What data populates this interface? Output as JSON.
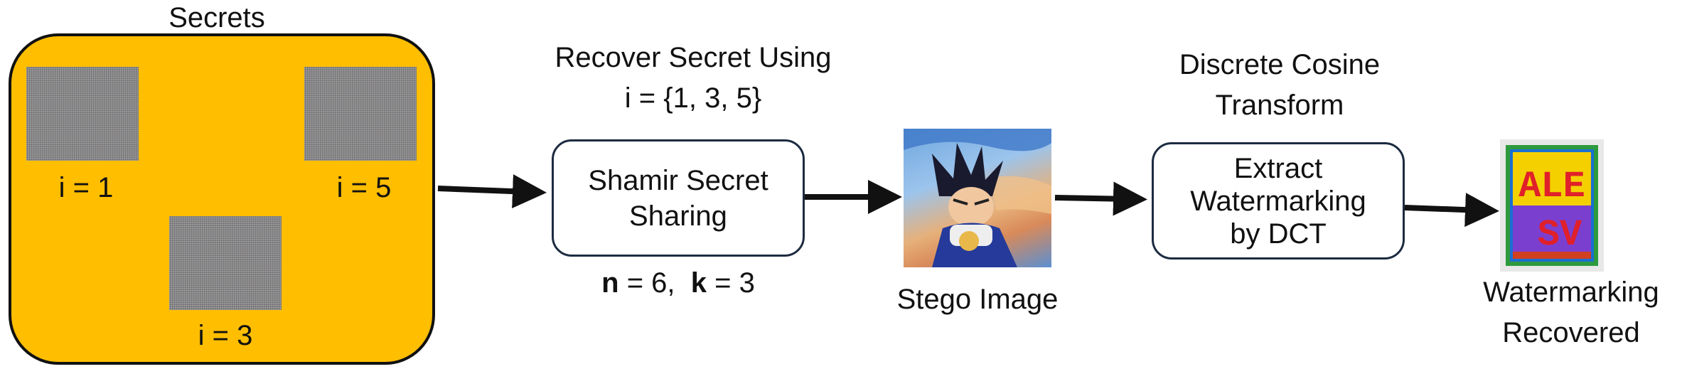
{
  "secrets": {
    "title": "Secrets",
    "labels": [
      "i = 1",
      "i = 3",
      "i = 5"
    ]
  },
  "recover": {
    "line1": "Recover Secret Using",
    "line2": "i = {1, 3, 5}"
  },
  "sss": {
    "box_label": "Shamir Secret\nSharing",
    "n_symbol": "n",
    "n_value": " = 6,",
    "k_symbol": "k",
    "k_value": " = 3"
  },
  "stego": {
    "label": "Stego Image"
  },
  "dct": {
    "line1": "Discrete Cosine",
    "line2": "Transform",
    "box_label": "Extract\nWatermarking\nby DCT"
  },
  "watermark": {
    "line1": "Watermarking",
    "line2": "Recovered",
    "text_top": "ALE",
    "text_bottom": "SV"
  },
  "colors": {
    "secrets_fill": "#FFBE00",
    "outline": "#111111",
    "box_border": "#1c2b40",
    "wm_red": "#e0202a",
    "wm_yellow": "#f4d000",
    "wm_purple": "#7b3fd0",
    "wm_green": "#2e9a3e",
    "wm_blue": "#1a6fd1"
  }
}
